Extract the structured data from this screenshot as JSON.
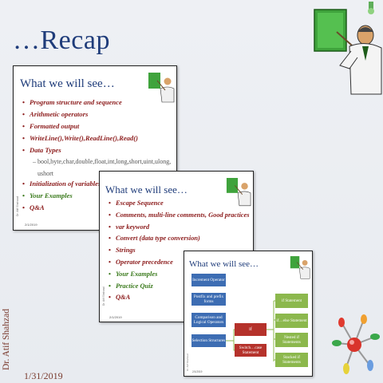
{
  "page": {
    "title": "…Recap",
    "author": "Dr. Atif Shahzad",
    "date": "1/31/2019"
  },
  "slide1": {
    "heading": "What we will see…",
    "items": [
      "Program structure and sequence",
      "Arithmetic operators",
      "Formatted output",
      "WriteLine(),Write(),ReadLine(),Read()",
      "Data Types"
    ],
    "sub_line1": "– bool,byte,char,double,float,int,long,short,uint,ulong,",
    "sub_line2": "ushort",
    "items2": [
      "Initialization of variables"
    ],
    "green_item": "Your Examples",
    "last_item": "Q&A",
    "side_text": "Dr. Atif Shahzad",
    "date": "2/1/2019"
  },
  "slide2": {
    "heading": "What we will see…",
    "items": [
      "Escape Sequence",
      "Comments, multi-line comments, Good practices",
      "var keyword",
      "Convert (data type conversion)",
      "Strings",
      "Operator precedence"
    ],
    "green_items": [
      "Your Examples",
      "Practice Quiz"
    ],
    "last_item": "Q&A",
    "side_text": "Dr. Atif Shahzad",
    "date": "2/1/2019"
  },
  "slide3": {
    "heading": "What we will see…",
    "left_nodes": [
      "Increment Operator",
      "Postfix and prefix forms",
      "Comparison and Logical Operators",
      "Selection Structures"
    ],
    "mid_nodes": [
      "if",
      "Switch…case Statement"
    ],
    "right_nodes": [
      "if Statement",
      "if…else Statement",
      "Nested if Statements",
      "Stacked if Statements"
    ],
    "side_text": "Dr. Atif Shahzad",
    "date": "2/1/2019"
  },
  "icons": {
    "teacher": "teacher-clipart-icon",
    "molecule": "molecule-clipart-icon"
  },
  "colors": {
    "heading": "#1f3c7a",
    "bullet_red": "#8b1a1a",
    "bullet_green": "#3a7a1c",
    "node_blue": "#3d6db3",
    "node_red": "#b5322b",
    "node_green": "#8cb84d"
  }
}
